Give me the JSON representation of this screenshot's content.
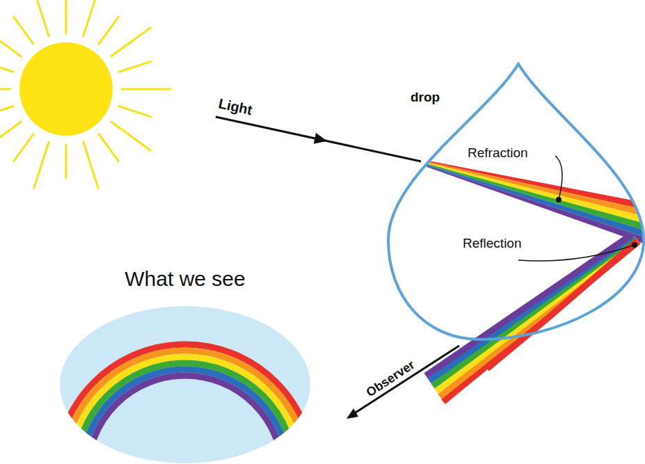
{
  "diagram": {
    "nodes": [
      {
        "text": [
          "drop",
          "Refraction",
          "Reflection"
        ]
      },
      {
        "text": [
          "What we see"
        ]
      }
    ],
    "labels": [
      "Light",
      "Observer"
    ]
  }
}
